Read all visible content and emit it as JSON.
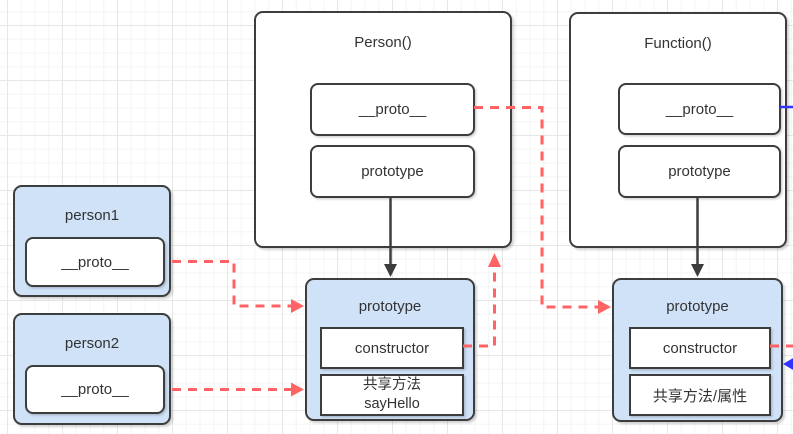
{
  "colors": {
    "node_fill_blue": "#cfe2f7",
    "node_border": "#3d3d3d",
    "edge_red": "#ff6363",
    "edge_blue": "#3333ff",
    "edge_black": "#3d3d3d"
  },
  "nodes": {
    "person_fn": {
      "title": "Person()",
      "field_proto": "__proto__",
      "field_prototype": "prototype"
    },
    "function_fn": {
      "title": "Function()",
      "field_proto": "__proto__",
      "field_prototype": "prototype"
    },
    "person1": {
      "title": "person1",
      "field_proto": "__proto__"
    },
    "person2": {
      "title": "person2",
      "field_proto": "__proto__"
    },
    "person_prototype_obj": {
      "title": "prototype",
      "field_ctor": "constructor",
      "field_shared_line1": "共享方法",
      "field_shared_line2": "sayHello"
    },
    "function_prototype_obj": {
      "title": "prototype",
      "field_ctor": "constructor",
      "field_shared": "共享方法/属性"
    }
  },
  "edges": [
    {
      "from": "person1.__proto__",
      "to": "person-prototype-object",
      "style": "dashed",
      "color": "red"
    },
    {
      "from": "person2.__proto__",
      "to": "person-prototype-object",
      "style": "dashed",
      "color": "red"
    },
    {
      "from": "Person().__proto__",
      "to": "function-prototype-object",
      "style": "dashed",
      "color": "red"
    },
    {
      "from": "person-prototype-object.constructor",
      "to": "Person()",
      "style": "dashed",
      "color": "red"
    },
    {
      "from": "Person().prototype",
      "to": "person-prototype-object",
      "style": "solid",
      "color": "black"
    },
    {
      "from": "Function().prototype",
      "to": "function-prototype-object",
      "style": "solid",
      "color": "black"
    },
    {
      "from": "Function().__proto__",
      "to": "offscreen-right",
      "style": "solid",
      "color": "blue"
    },
    {
      "from": "function-prototype-object.constructor",
      "to": "offscreen-right",
      "style": "dashed",
      "color": "red"
    },
    {
      "from": "offscreen-right",
      "to": "function-prototype-object",
      "style": "solid",
      "color": "blue"
    }
  ]
}
